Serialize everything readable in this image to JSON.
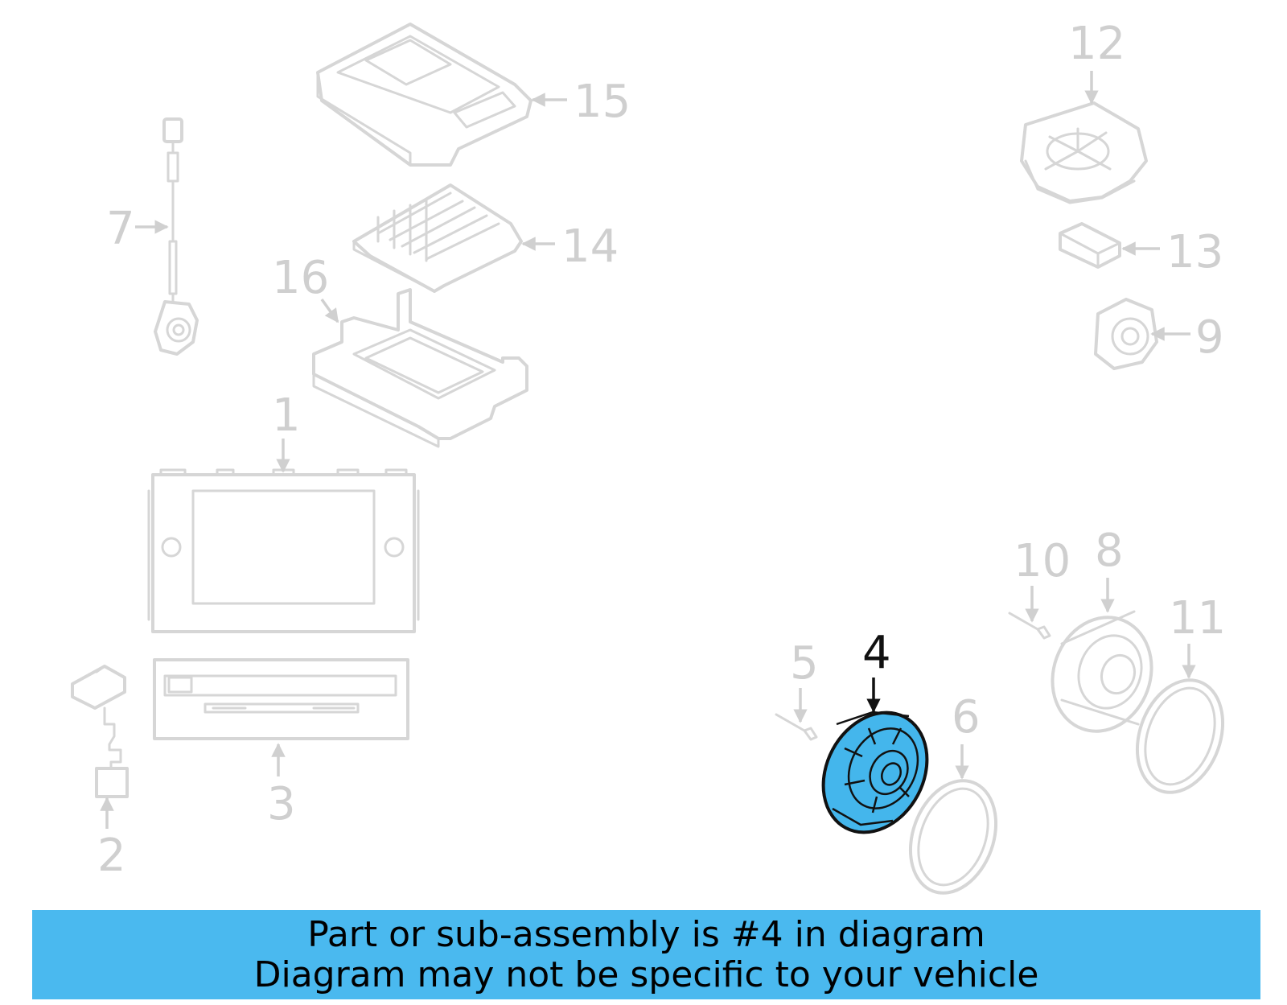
{
  "callouts": {
    "c1": "1",
    "c2": "2",
    "c3": "3",
    "c4": "4",
    "c5": "5",
    "c6": "6",
    "c7": "7",
    "c8": "8",
    "c9": "9",
    "c10": "10",
    "c11": "11",
    "c12": "12",
    "c13": "13",
    "c14": "14",
    "c15": "15",
    "c16": "16"
  },
  "highlighted_part": "4",
  "colors": {
    "highlight": "#44b6ec",
    "banner": "#4ab9ef",
    "faded": "#d0d0d0"
  },
  "banner": {
    "line1": "Part or sub-assembly is #4 in diagram",
    "line2": "Diagram may not be specific to your vehicle"
  }
}
